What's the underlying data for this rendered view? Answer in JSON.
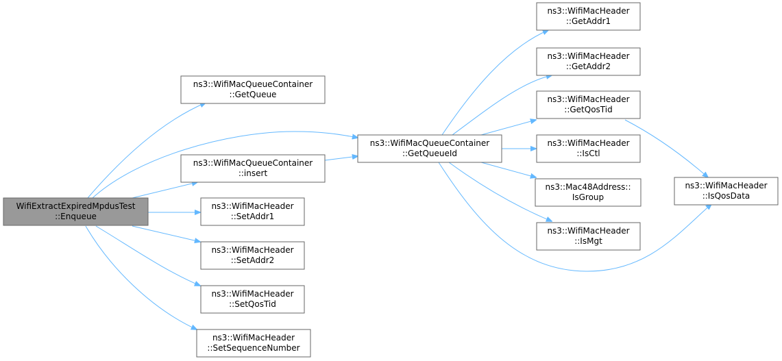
{
  "graph": {
    "root": {
      "line1": "WifiExtractExpiredMpdusTest",
      "line2": "::Enqueue"
    },
    "get_queue": {
      "line1": "ns3::WifiMacQueueContainer",
      "line2": "::GetQueue"
    },
    "insert": {
      "line1": "ns3::WifiMacQueueContainer",
      "line2": "::insert"
    },
    "set_addr1": {
      "line1": "ns3::WifiMacHeader",
      "line2": "::SetAddr1"
    },
    "set_addr2": {
      "line1": "ns3::WifiMacHeader",
      "line2": "::SetAddr2"
    },
    "set_qos_tid": {
      "line1": "ns3::WifiMacHeader",
      "line2": "::SetQosTid"
    },
    "set_sequence_number": {
      "line1": "ns3::WifiMacHeader",
      "line2": "::SetSequenceNumber"
    },
    "get_queue_id": {
      "line1": "ns3::WifiMacQueueContainer",
      "line2": "::GetQueueId"
    },
    "get_addr1": {
      "line1": "ns3::WifiMacHeader",
      "line2": "::GetAddr1"
    },
    "get_addr2": {
      "line1": "ns3::WifiMacHeader",
      "line2": "::GetAddr2"
    },
    "get_qos_tid": {
      "line1": "ns3::WifiMacHeader",
      "line2": "::GetQosTid"
    },
    "is_ctl": {
      "line1": "ns3::WifiMacHeader",
      "line2": "::IsCtl"
    },
    "is_group": {
      "line1": "ns3::Mac48Address::",
      "line2": "IsGroup"
    },
    "is_mgt": {
      "line1": "ns3::WifiMacHeader",
      "line2": "::IsMgt"
    },
    "is_qos_data": {
      "line1": "ns3::WifiMacHeader",
      "line2": "::IsQosData"
    },
    "colors": {
      "edge": "#63b8ff",
      "root_fill": "#999999",
      "node_fill": "#ffffff",
      "border": "#666666"
    }
  }
}
